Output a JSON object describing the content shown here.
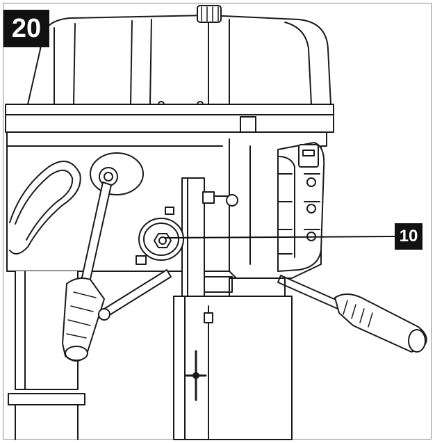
{
  "figure": {
    "number": "20"
  },
  "callouts": [
    {
      "label": "10",
      "target": "depth-stop-knob"
    }
  ],
  "colors": {
    "line": "#1a1a1a",
    "fill": "#ffffff",
    "badge_background": "#111111",
    "badge_text": "#ffffff"
  }
}
